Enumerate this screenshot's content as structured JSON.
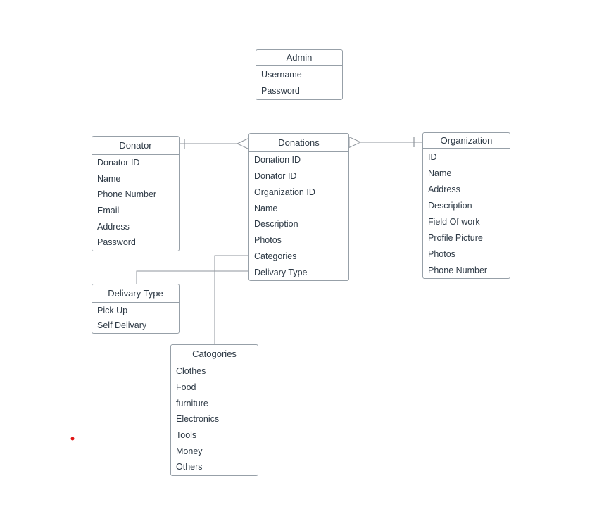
{
  "page": {
    "background": "#ffffff"
  },
  "diagram": {
    "type": "entity-relationship",
    "entities": {
      "admin": {
        "title": "Admin",
        "rows": [
          "Username",
          "Password"
        ]
      },
      "donator": {
        "title": "Donator",
        "rows": [
          "Donator ID",
          "Name",
          "Phone Number",
          "Email",
          "Address",
          "Password"
        ]
      },
      "donations": {
        "title": "Donations",
        "rows": [
          "Donation ID",
          "Donator ID",
          "Organization ID",
          "Name",
          "Description",
          "Photos",
          "Categories",
          "Delivary Type"
        ]
      },
      "organization": {
        "title": "Organization",
        "rows": [
          "ID",
          "Name",
          "Address",
          "Description",
          "Field Of work",
          "Profile Picture",
          "Photos",
          "Phone Number"
        ]
      },
      "delivery_type": {
        "title": "Delivary Type",
        "rows": [
          "Pick Up",
          "Self Delivary"
        ]
      },
      "categories": {
        "title": "Catogories",
        "rows": [
          "Clothes",
          "Food",
          "furniture",
          "Electronics",
          "Tools",
          "Money",
          "Others"
        ]
      }
    },
    "relationships": [
      {
        "from": "Donator",
        "to": "Donations",
        "from_marker": "one-tick",
        "to_marker": "open-arrow"
      },
      {
        "from": "Donations",
        "to": "Organization",
        "from_marker": "open-arrow",
        "to_marker": "one-tick"
      },
      {
        "from": "Donations.Categories",
        "to": "Catogories"
      },
      {
        "from": "Donations.Delivary Type",
        "to": "Delivary Type"
      }
    ],
    "colors": {
      "box_border": "#97a0a8",
      "connector": "#8f959c",
      "text": "#2e3a46",
      "red_marker": "#e01313"
    }
  }
}
